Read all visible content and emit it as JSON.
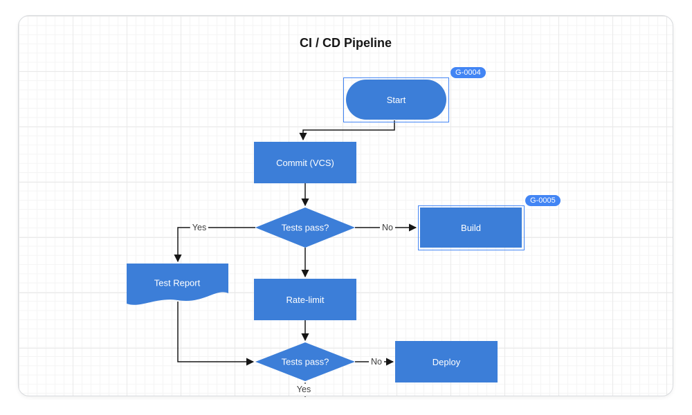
{
  "title": "CI / CD Pipeline",
  "nodes": {
    "start": {
      "label": "Start",
      "type": "terminator",
      "selected": true,
      "badge": "G-0004"
    },
    "commit": {
      "label": "Commit (VCS)",
      "type": "process",
      "selected": false
    },
    "decision1": {
      "label": "Tests pass?",
      "type": "decision",
      "selected": false
    },
    "build": {
      "label": "Build",
      "type": "process",
      "selected": true,
      "badge": "G-0005"
    },
    "test_report": {
      "label": "Test Report",
      "type": "document",
      "selected": false
    },
    "rate_limit": {
      "label": "Rate-limit",
      "type": "process",
      "selected": false
    },
    "decision2": {
      "label": "Tests pass?",
      "type": "decision",
      "selected": false
    },
    "deploy": {
      "label": "Deploy",
      "type": "process",
      "selected": false
    }
  },
  "edges": [
    {
      "from": "start",
      "to": "commit",
      "label": ""
    },
    {
      "from": "commit",
      "to": "decision1",
      "label": ""
    },
    {
      "from": "decision1",
      "to": "test_report",
      "label": "Yes"
    },
    {
      "from": "decision1",
      "to": "build",
      "label": "No"
    },
    {
      "from": "decision1",
      "to": "rate_limit",
      "label": ""
    },
    {
      "from": "rate_limit",
      "to": "decision2",
      "label": ""
    },
    {
      "from": "test_report",
      "to": "decision2",
      "label": ""
    },
    {
      "from": "decision2",
      "to": "deploy",
      "label": "No"
    },
    {
      "from": "decision2",
      "to": null,
      "label": "Yes"
    }
  ],
  "colors": {
    "node_fill": "#3c7ed8",
    "badge_fill": "#4285f4",
    "selection_stroke": "#4285f4",
    "edge_stroke": "#161616",
    "label_text": "#3d3d3d"
  }
}
